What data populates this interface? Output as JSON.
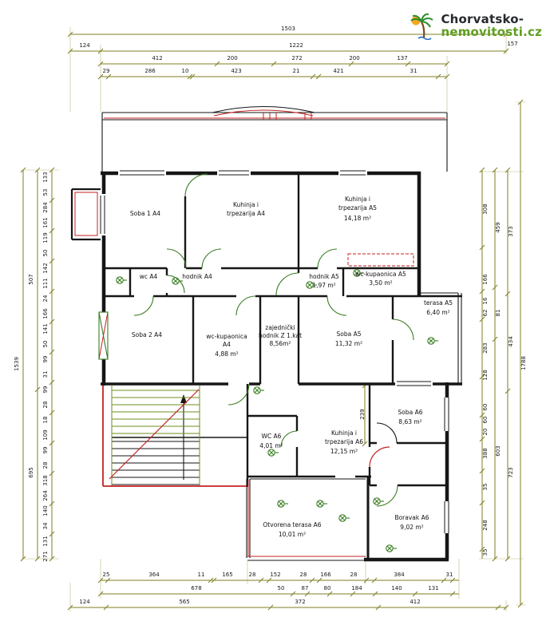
{
  "logo": {
    "line1": "Chorvatsko-",
    "line2": "nemovitosti.cz"
  },
  "rooms": {
    "soba1_a4": {
      "name": "Soba 1 A4"
    },
    "kuhinja_a4": {
      "l1": "Kuhinja i",
      "l2": "trpezarija A4"
    },
    "kuhinja_a5": {
      "l1": "Kuhinja i",
      "l2": "trpezarija A5",
      "area": "14,18 m²"
    },
    "wc_a4": {
      "name": "wc A4"
    },
    "hodnik_a4": {
      "name": "hodnik A4"
    },
    "hodnik_a5": {
      "name": "hodnik A5",
      "area": "1,97 m²"
    },
    "wc_kupaonica_a5": {
      "name": "wc-kupaonica A5",
      "area": "3,50 m²"
    },
    "terasa_a5": {
      "name": "terasa A5",
      "area": "6,40 m²"
    },
    "soba2_a4": {
      "name": "Soba 2 A4"
    },
    "wc_kupaonica_a4": {
      "l1": "wc-kupaonica",
      "l2": "A4",
      "area": "4,88 m²"
    },
    "zajednicki_hodnik": {
      "l1": "zajednički",
      "l2": "hodnik Z 1.kat",
      "area": "8,56m²"
    },
    "soba_a5": {
      "name": "Soba A5",
      "area": "11,32 m²"
    },
    "soba_a6": {
      "name": "Soba A6",
      "area": "8,63 m²"
    },
    "wc_a6": {
      "name": "WC A6",
      "area": "4,01 m²"
    },
    "kuhinja_a6": {
      "l1": "Kuhinja i",
      "l2": "trpezarija A6",
      "area": "12,15 m²"
    },
    "otvorena_terasa_a6": {
      "name": "Otvorena terasa A6",
      "area": "10,01 m²"
    },
    "boravak_a6": {
      "name": "Boravak A6",
      "area": "9,02 m²"
    },
    "wall_dim": "239"
  },
  "dims": {
    "top": {
      "r1": [
        "1503"
      ],
      "r2": [
        "124",
        "1222",
        "157"
      ],
      "r3": [
        "412",
        "200",
        "272",
        "200",
        "137"
      ],
      "r4": [
        "29",
        "286",
        "10",
        "423",
        "21",
        "421",
        "31"
      ]
    },
    "bottom": {
      "r1": [
        "25",
        "364",
        "11",
        "165",
        "28",
        "152",
        "28",
        "166",
        "28",
        "384",
        "31"
      ],
      "r2": [
        "678",
        "50",
        "87",
        "80",
        "184",
        "140",
        "131"
      ],
      "r3": [
        "124",
        "565",
        "372",
        "412"
      ]
    },
    "left": {
      "c1": [
        "1539"
      ],
      "c2": [
        "507",
        "695"
      ],
      "c3": [
        "133",
        "53",
        "284",
        "161",
        "119",
        "50",
        "142",
        "111",
        "24",
        "166",
        "141",
        "50",
        "99",
        "31",
        "99",
        "28",
        "18",
        "109",
        "99",
        "28",
        "318",
        "264",
        "140",
        "34",
        "131",
        "271"
      ]
    },
    "right": {
      "c1": [
        "1788"
      ],
      "c2": [
        "373",
        "434",
        "723"
      ],
      "c3": [
        "459",
        "81",
        "603"
      ],
      "c4": [
        "308",
        "166",
        "16",
        "62",
        "283",
        "128",
        "60",
        "60",
        "20",
        "388",
        "35",
        "248",
        "35"
      ]
    }
  }
}
